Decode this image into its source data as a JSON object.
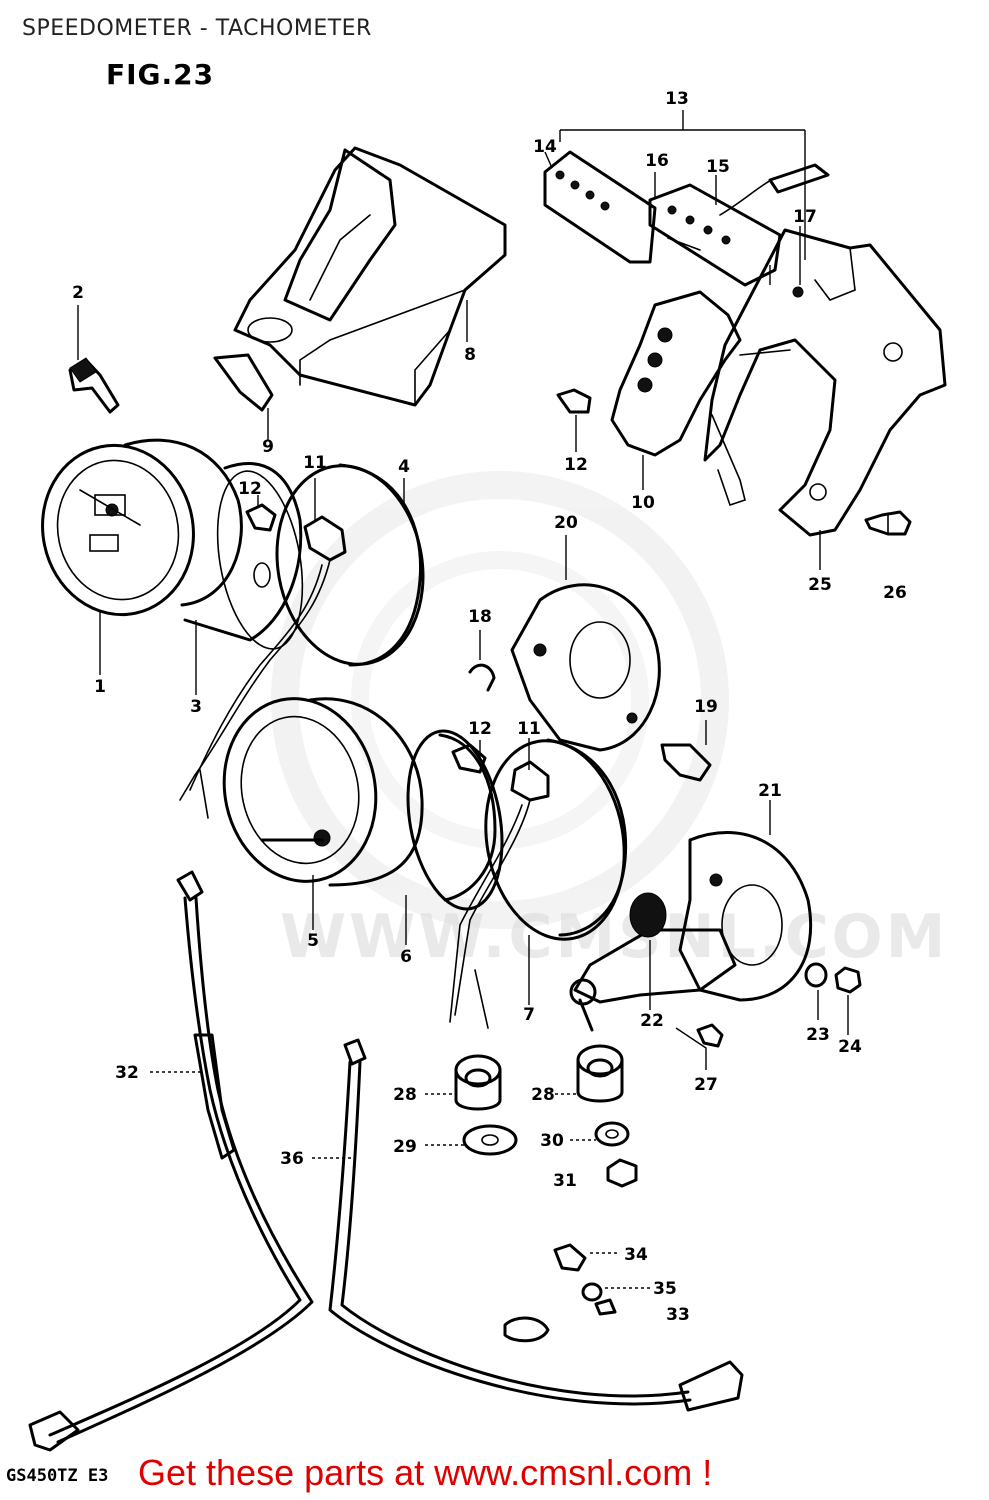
{
  "header": {
    "title": "SPEEDOMETER - TACHOMETER",
    "figure": "FIG.23",
    "model_code": "GS450TZ E3"
  },
  "watermark": "WWW.CMSNL.COM",
  "promo": {
    "text": "Get these parts at www.cmsnl.com !",
    "color": "#e00000"
  },
  "callouts": [
    "1",
    "2",
    "3",
    "4",
    "5",
    "6",
    "7",
    "8",
    "9",
    "10",
    "11",
    "12",
    "13",
    "14",
    "15",
    "16",
    "17",
    "18",
    "19",
    "20",
    "21",
    "22",
    "23",
    "24",
    "25",
    "26",
    "27",
    "28",
    "29",
    "30",
    "31",
    "32",
    "33",
    "34",
    "35",
    "36"
  ],
  "repeated_callouts": [
    "11",
    "12",
    "12",
    "28"
  ]
}
